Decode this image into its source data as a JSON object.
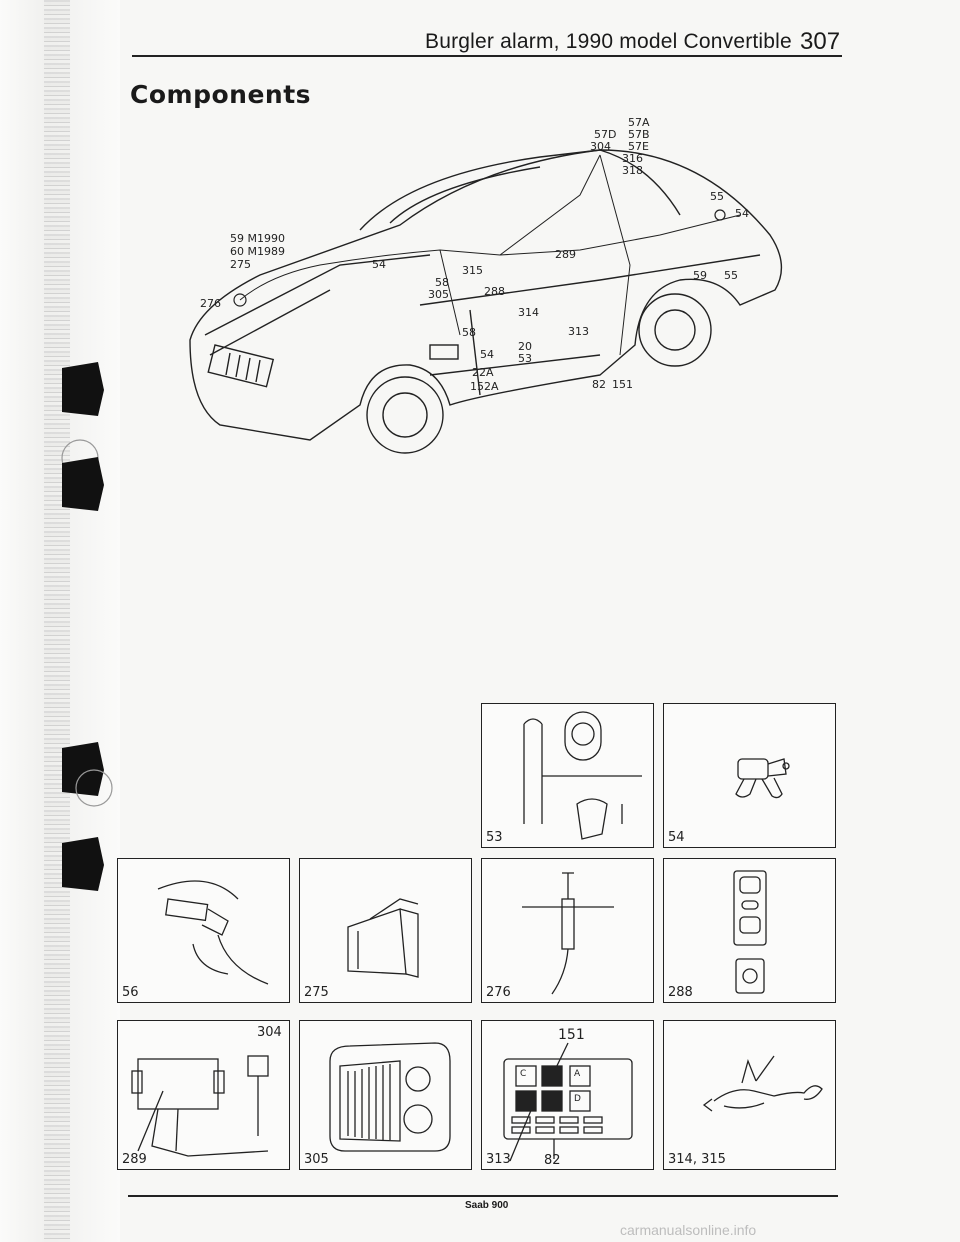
{
  "header": {
    "title": "Burgler alarm, 1990 model Convertible",
    "page_number": "307"
  },
  "section": {
    "title": "Components"
  },
  "car_callouts": [
    "57A",
    "57B",
    "57E",
    "57D",
    "304",
    "316",
    "318",
    "55",
    "54",
    "59 M1990",
    "60 M1989",
    "275",
    "276",
    "54",
    "315",
    "289",
    "58",
    "305",
    "288",
    "314",
    "59",
    "55",
    "313",
    "58",
    "20",
    "54",
    "53",
    "22A",
    "152A",
    "82",
    "151"
  ],
  "component_boxes": [
    {
      "label": "53"
    },
    {
      "label": "54"
    },
    {
      "label": "56"
    },
    {
      "label": "275"
    },
    {
      "label": "276"
    },
    {
      "label": "288"
    },
    {
      "label": "289"
    },
    {
      "label": "305"
    },
    {
      "label": "313"
    },
    {
      "label": "314, 315"
    }
  ],
  "box_inner_labels": {
    "box289_part": "304",
    "box313_part_top": "151",
    "box313_part_bottom": "82",
    "box313_fuse_c": "C",
    "box313_fuse_a": "A",
    "box313_fuse_d": "D"
  },
  "footer": {
    "text": "Saab 900"
  },
  "watermark": {
    "text": "carmanualsonline.info"
  }
}
